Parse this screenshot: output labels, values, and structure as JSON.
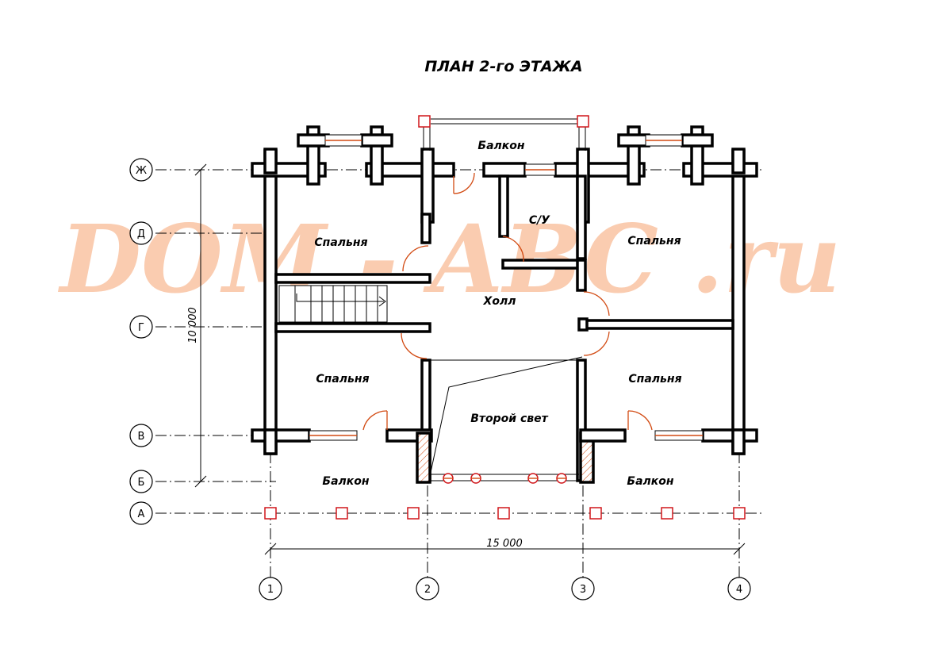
{
  "title": "ПЛАН 2-го ЭТАЖА",
  "watermark": "DOM - ABC .ru",
  "rooms": {
    "balcony_top": "Балкон",
    "wc": "С/У",
    "bedroom_top_left": "Спальня",
    "bedroom_top_right": "Спальня",
    "hall": "Холл",
    "bedroom_bottom_left": "Спальня",
    "bedroom_bottom_right": "Спальня",
    "second_light": "Второй свет",
    "balcony_bottom_left": "Балкон",
    "balcony_bottom_right": "Балкон"
  },
  "row_axes": [
    "Ж",
    "Д",
    "Г",
    "В",
    "Б",
    "А"
  ],
  "column_axes": [
    "1",
    "2",
    "3",
    "4"
  ],
  "dimensions": {
    "overall_depth": "10 000",
    "overall_width": "15 000"
  }
}
